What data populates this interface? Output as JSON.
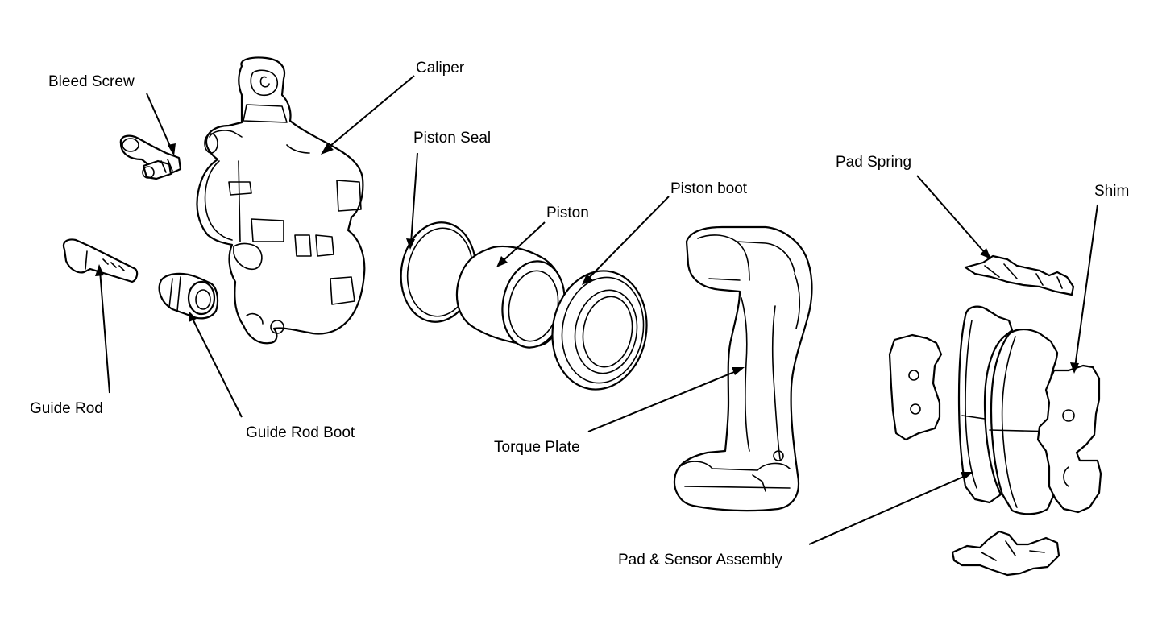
{
  "labels": {
    "bleed_screw": "Bleed Screw",
    "caliper": "Caliper",
    "piston_seal": "Piston Seal",
    "piston": "Piston",
    "piston_boot": "Piston boot",
    "pad_spring": "Pad Spring",
    "shim": "Shim",
    "guide_rod": "Guide Rod",
    "guide_rod_boot": "Guide Rod Boot",
    "torque_plate": "Torque Plate",
    "pad_sensor_assembly": "Pad & Sensor Assembly"
  }
}
